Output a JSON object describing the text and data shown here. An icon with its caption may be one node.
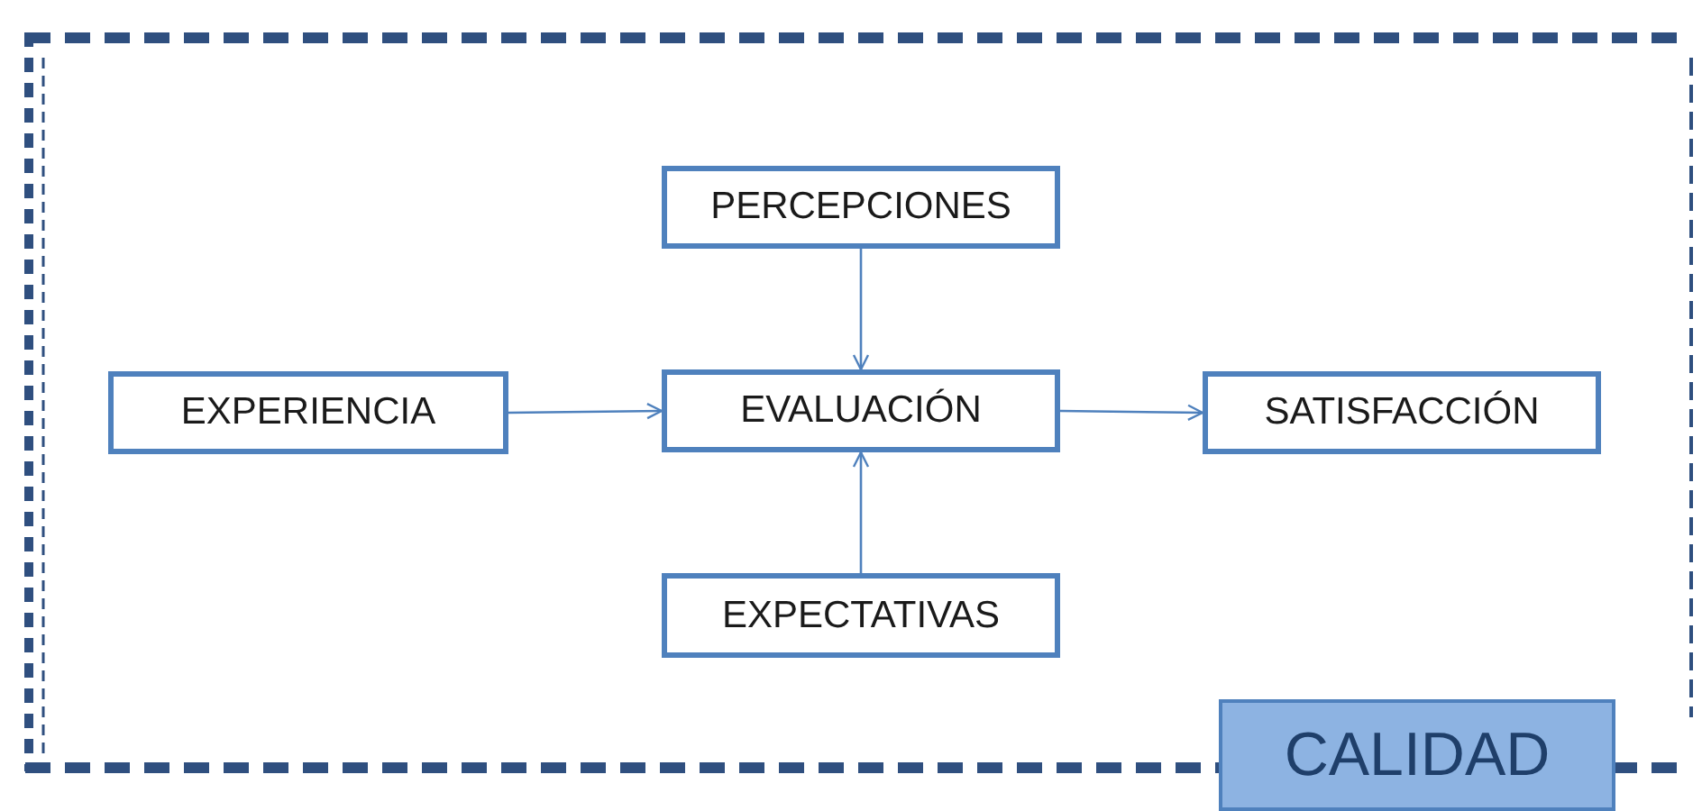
{
  "diagram": {
    "nodes": [
      {
        "text": [
          "CALIDAD"
        ]
      },
      {
        "text": [
          "PERCEPCIONES"
        ],
        "in": 0
      },
      {
        "text": [
          "EXPERIENCIA"
        ],
        "in": 0
      },
      {
        "text": [
          "EVALUACIÓN"
        ],
        "in": 0
      },
      {
        "text": [
          "SATISFACCIÓN"
        ],
        "in": 0
      },
      {
        "text": [
          "EXPECTATIVAS"
        ],
        "in": 0
      }
    ],
    "edges": [
      {
        "from": 1,
        "to": 3,
        "arrow": "to"
      },
      {
        "from": 2,
        "to": 3,
        "arrow": "to"
      },
      {
        "from": 3,
        "to": 4,
        "arrow": "to"
      },
      {
        "from": 5,
        "to": 3,
        "arrow": "to"
      }
    ]
  }
}
